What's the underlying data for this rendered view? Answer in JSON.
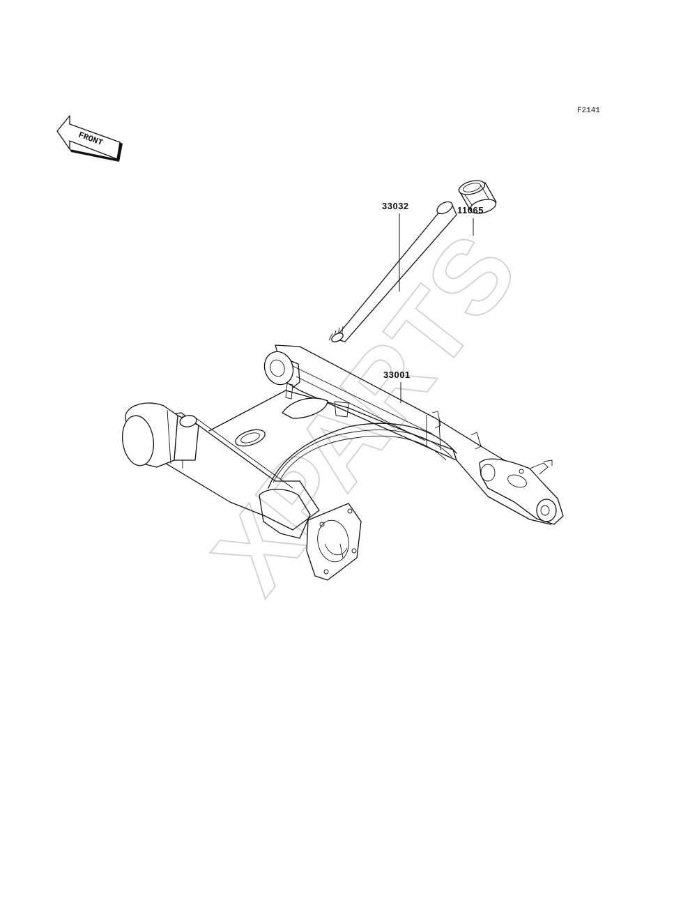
{
  "figure_code": "F2141",
  "front_arrow_label": "FRONT",
  "watermark": "XPARTS",
  "parts": [
    {
      "number": "11065"
    },
    {
      "number": "33032"
    },
    {
      "number": "33001"
    }
  ]
}
